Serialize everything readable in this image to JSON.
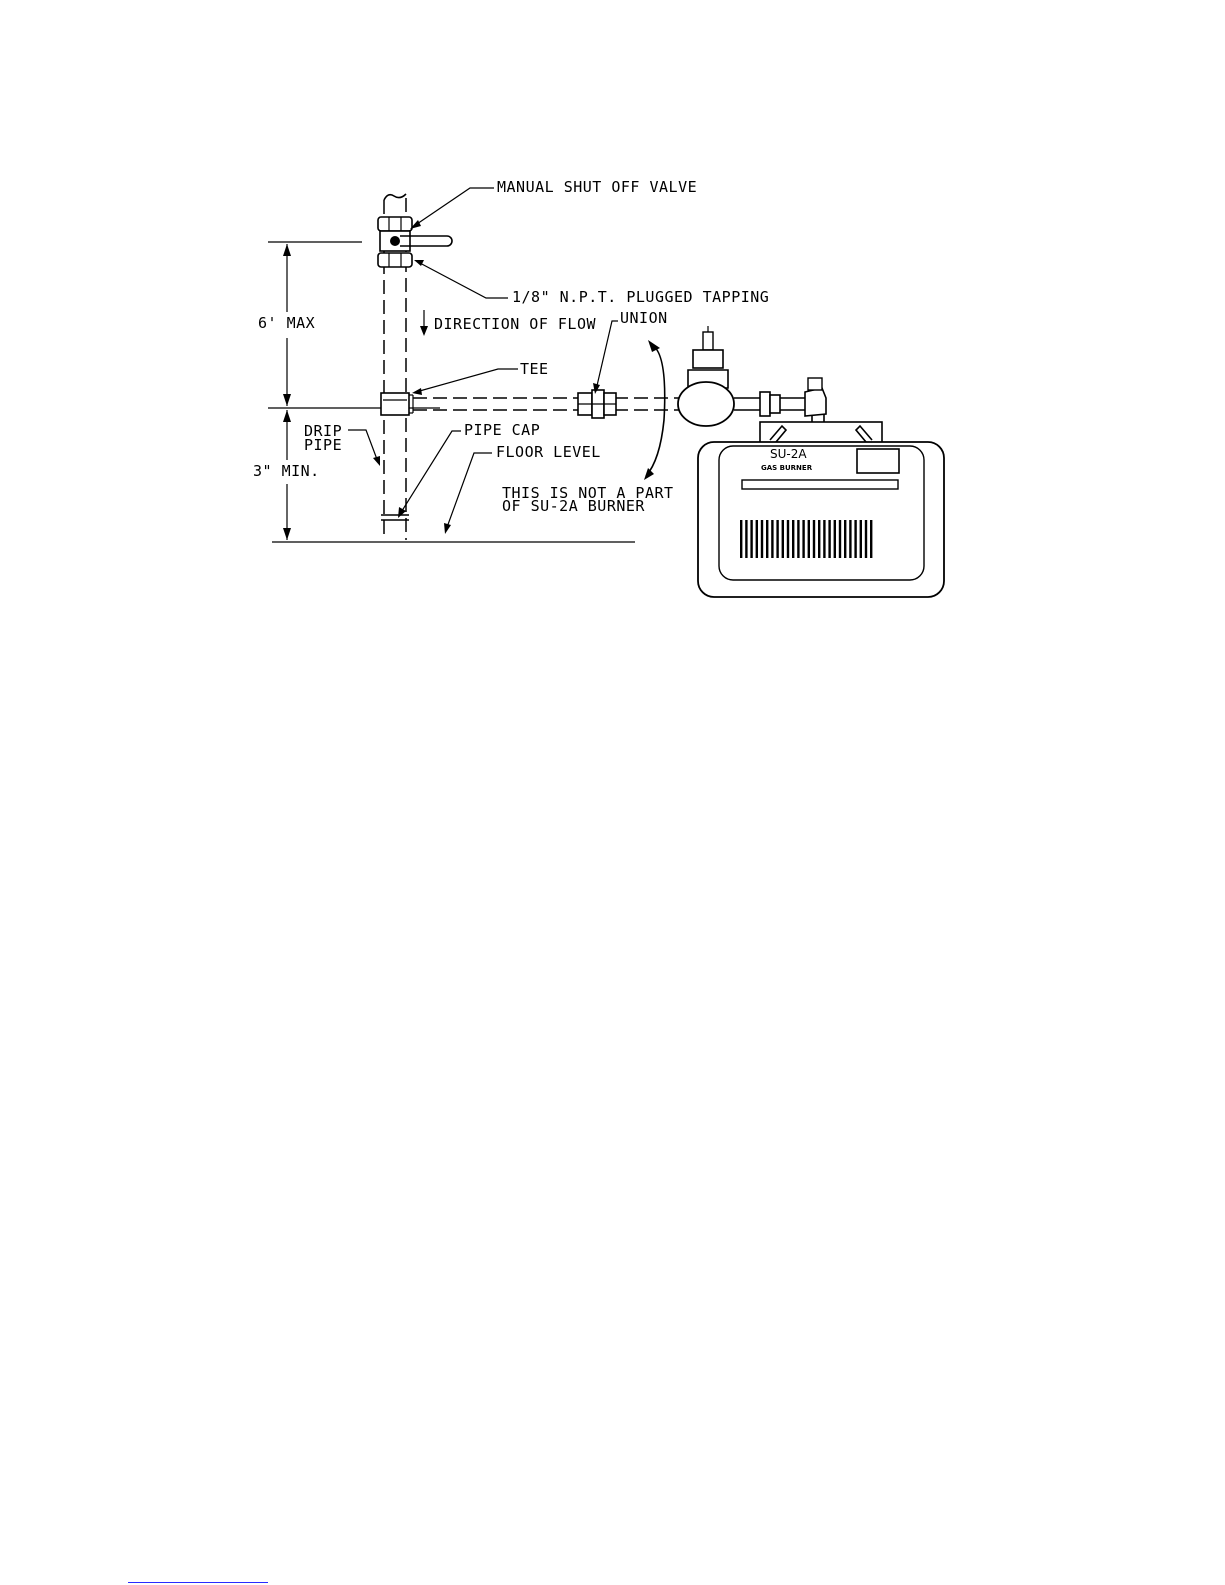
{
  "labels": {
    "manual_shutoff": "MANUAL SHUT OFF VALVE",
    "plugged_tapping": "1/8\" N.P.T. PLUGGED TAPPING",
    "direction_of_flow": "DIRECTION OF FLOW",
    "union": "UNION",
    "tee": "TEE",
    "drip": "DRIP",
    "pipe": "PIPE",
    "pipe_cap": "PIPE CAP",
    "floor_level": "FLOOR LEVEL",
    "not_part_line1": "THIS IS NOT A PART",
    "not_part_line2": "OF SU-2A BURNER",
    "max_dim": "6' MAX",
    "min_dim": "3\" MIN.",
    "burner_model": "SU-2A",
    "burner_type": "GAS BURNER"
  }
}
